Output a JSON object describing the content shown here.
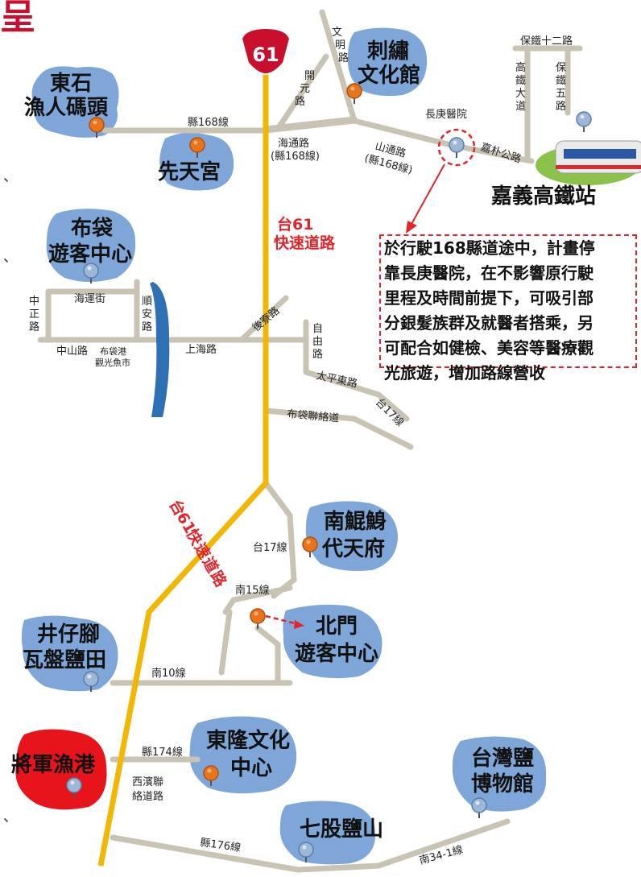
{
  "corner_glyph": "呈",
  "highway_shield": "61",
  "highway_label_1": "台61",
  "highway_label_2": "快速道路",
  "highway_diag": [
    "台",
    "61",
    "快",
    "速",
    "道",
    "路"
  ],
  "places": {
    "dongshi": [
      "東石",
      "漁人碼頭"
    ],
    "xiantian": "先天宮",
    "embroidery": [
      "刺繡",
      "文化館"
    ],
    "changgung": "長庚醫院",
    "hsr": "嘉義高鐵站",
    "budai": [
      "布袋",
      "遊客中心"
    ],
    "budai_fish": [
      "布袋港",
      "觀光魚市"
    ],
    "nankunshen": [
      "南鯤鯓",
      "代天府"
    ],
    "beimen": [
      "北門",
      "遊客中心"
    ],
    "jingzaijiao": [
      "井仔腳",
      "瓦盤鹽田"
    ],
    "jiangjun": "將軍漁港",
    "donglong": [
      "東隆文化",
      "中心"
    ],
    "salt_museum": [
      "台灣鹽",
      "博物館"
    ],
    "qigu": "七股鹽山"
  },
  "roads": {
    "county168": "縣168線",
    "wenming": [
      "文",
      "明",
      "路"
    ],
    "kaiyuan": [
      "開",
      "元",
      "路"
    ],
    "haitong": [
      "海通路",
      "(縣168線)"
    ],
    "shantong": [
      "山通路",
      "(縣168線)"
    ],
    "jiapu": "嘉朴公路",
    "baotie12": "保鐵十二路",
    "gaotie": [
      "高",
      "鐵",
      "大",
      "道"
    ],
    "baotie5": [
      "保",
      "鐵",
      "五",
      "路"
    ],
    "haiyun": "海運街",
    "zhongzheng": [
      "中",
      "正",
      "路"
    ],
    "shunan": [
      "順",
      "安",
      "路"
    ],
    "zhongshan": "中山路",
    "shanghai": "上海路",
    "houliao": "後寮路",
    "ziyou": [
      "自",
      "由",
      "路"
    ],
    "taiping_east": "太平東路",
    "tai17_upper": "台17線",
    "budai_link": "布袋聯絡道",
    "tai17": "台17線",
    "nan15": "南15線",
    "nan10": "南10線",
    "county174": "縣174線",
    "xibin": [
      "西濱聯",
      "絡道路"
    ],
    "county176": "縣176線",
    "nan34": "南34-1線"
  },
  "note_lines": [
    "於行駛168縣道途中，計畫停",
    "靠長庚醫院，在不影響原行駛",
    "里程及時間前提下，可吸引部",
    "分銀髮族群及就醫者搭乘，另",
    "可配合如健檢、美容等醫療觀",
    "光旅遊，增加路線營收"
  ],
  "colors": {
    "region": "#7ea6d8",
    "highlight_region": "#e8141b",
    "road": "#c9c3b3",
    "highway": "#f2b705",
    "accent": "#e0262b",
    "pin": "#e8741b",
    "river": "#2f6fb3"
  }
}
